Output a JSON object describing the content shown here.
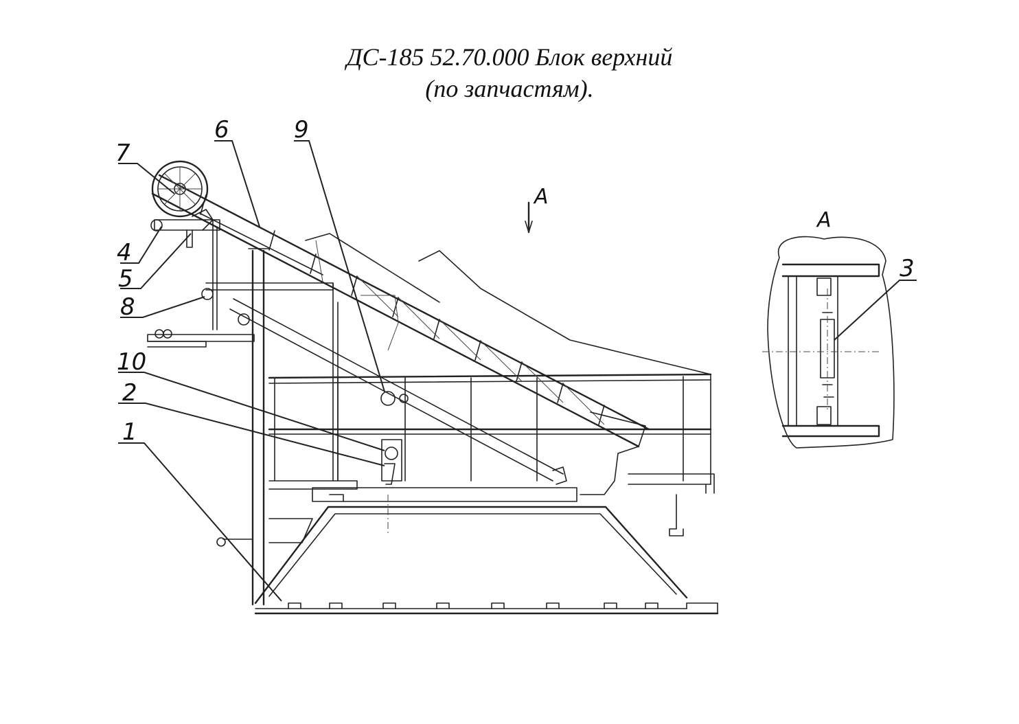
{
  "title": {
    "line1": "ДС-185 52.70.000 Блок верхний",
    "line2": "(по запчастям)."
  },
  "view_label": "А",
  "callouts": [
    {
      "id": "1",
      "label": "1"
    },
    {
      "id": "2",
      "label": "2"
    },
    {
      "id": "3",
      "label": "3"
    },
    {
      "id": "4",
      "label": "4"
    },
    {
      "id": "5",
      "label": "5"
    },
    {
      "id": "6",
      "label": "6"
    },
    {
      "id": "7",
      "label": "7"
    },
    {
      "id": "8",
      "label": "8"
    },
    {
      "id": "9",
      "label": "9"
    },
    {
      "id": "10",
      "label": "10"
    }
  ]
}
